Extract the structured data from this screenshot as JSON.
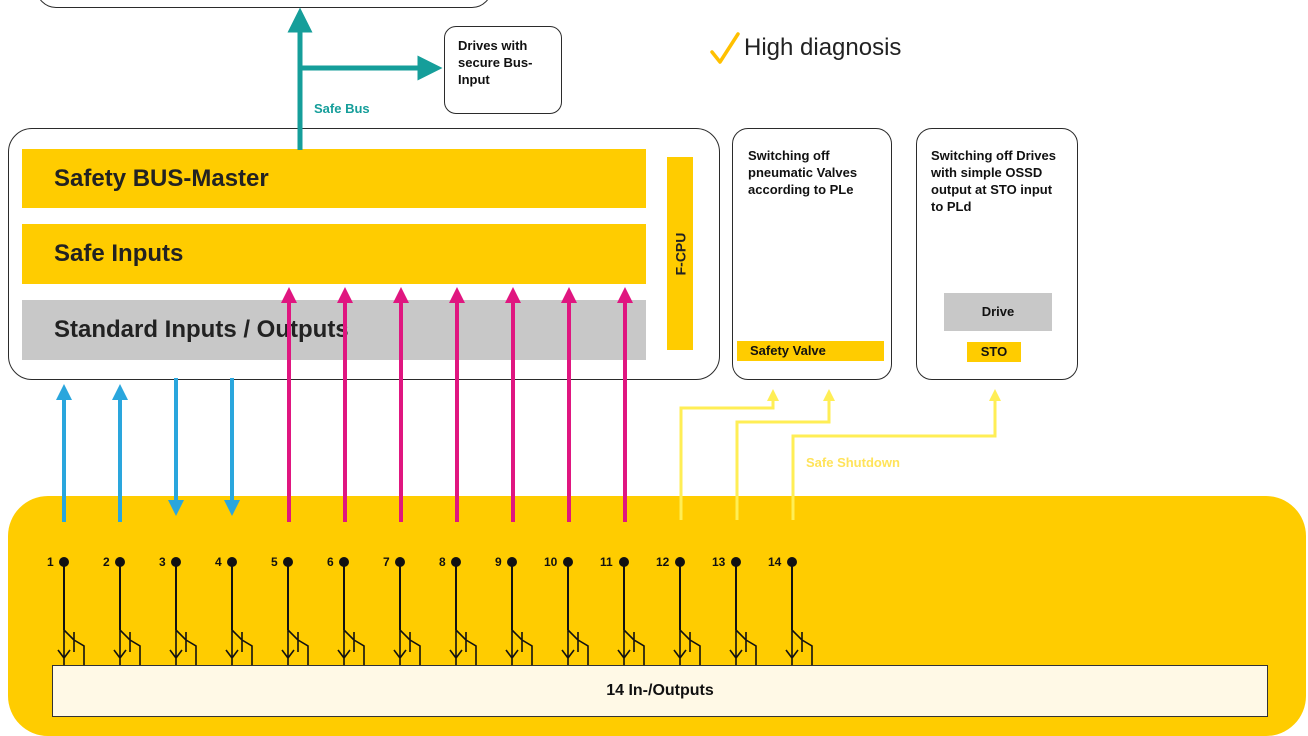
{
  "colors": {
    "yellow": "#ffcc00",
    "teal": "#159e9a",
    "magenta": "#e01680",
    "cyan": "#2aa6dd",
    "light_yellow": "#fff9e6",
    "signal_yellow": "#ffee55",
    "gray": "#c8c8c8",
    "check": "#ffc000"
  },
  "header": {
    "check_item": "High diagnosis"
  },
  "safe_bus": {
    "label": "Safe Bus",
    "drives_box": "Drives with secure Bus-Input"
  },
  "controller": {
    "safety_bus_master": "Safety BUS-Master",
    "safe_inputs": "Safe Inputs",
    "standard_io": "Standard Inputs / Outputs",
    "fcpu": "F-CPU"
  },
  "valve_box": {
    "text": "Switching off pneumatic Valves according  to PLe",
    "valve_label": "Safety Valve"
  },
  "drive_box": {
    "text": "Switching off Drives with simple OSSD output at STO input to PLd",
    "drive_label": "Drive",
    "sto_label": "STO"
  },
  "shutdown": {
    "label": "Safe Shutdown"
  },
  "module": {
    "pins": [
      "1",
      "2",
      "3",
      "4",
      "5",
      "6",
      "7",
      "8",
      "9",
      "10",
      "11",
      "12",
      "13",
      "14"
    ],
    "pin_groups": {
      "standard_inputs": [
        "1",
        "2"
      ],
      "standard_outputs": [
        "3",
        "4"
      ],
      "safe_inputs": [
        "5",
        "6",
        "7",
        "8",
        "9",
        "10",
        "11"
      ],
      "safe_shutdown_outputs": [
        "12",
        "13",
        "14"
      ]
    },
    "bar_label": "14 In-/Outputs"
  }
}
